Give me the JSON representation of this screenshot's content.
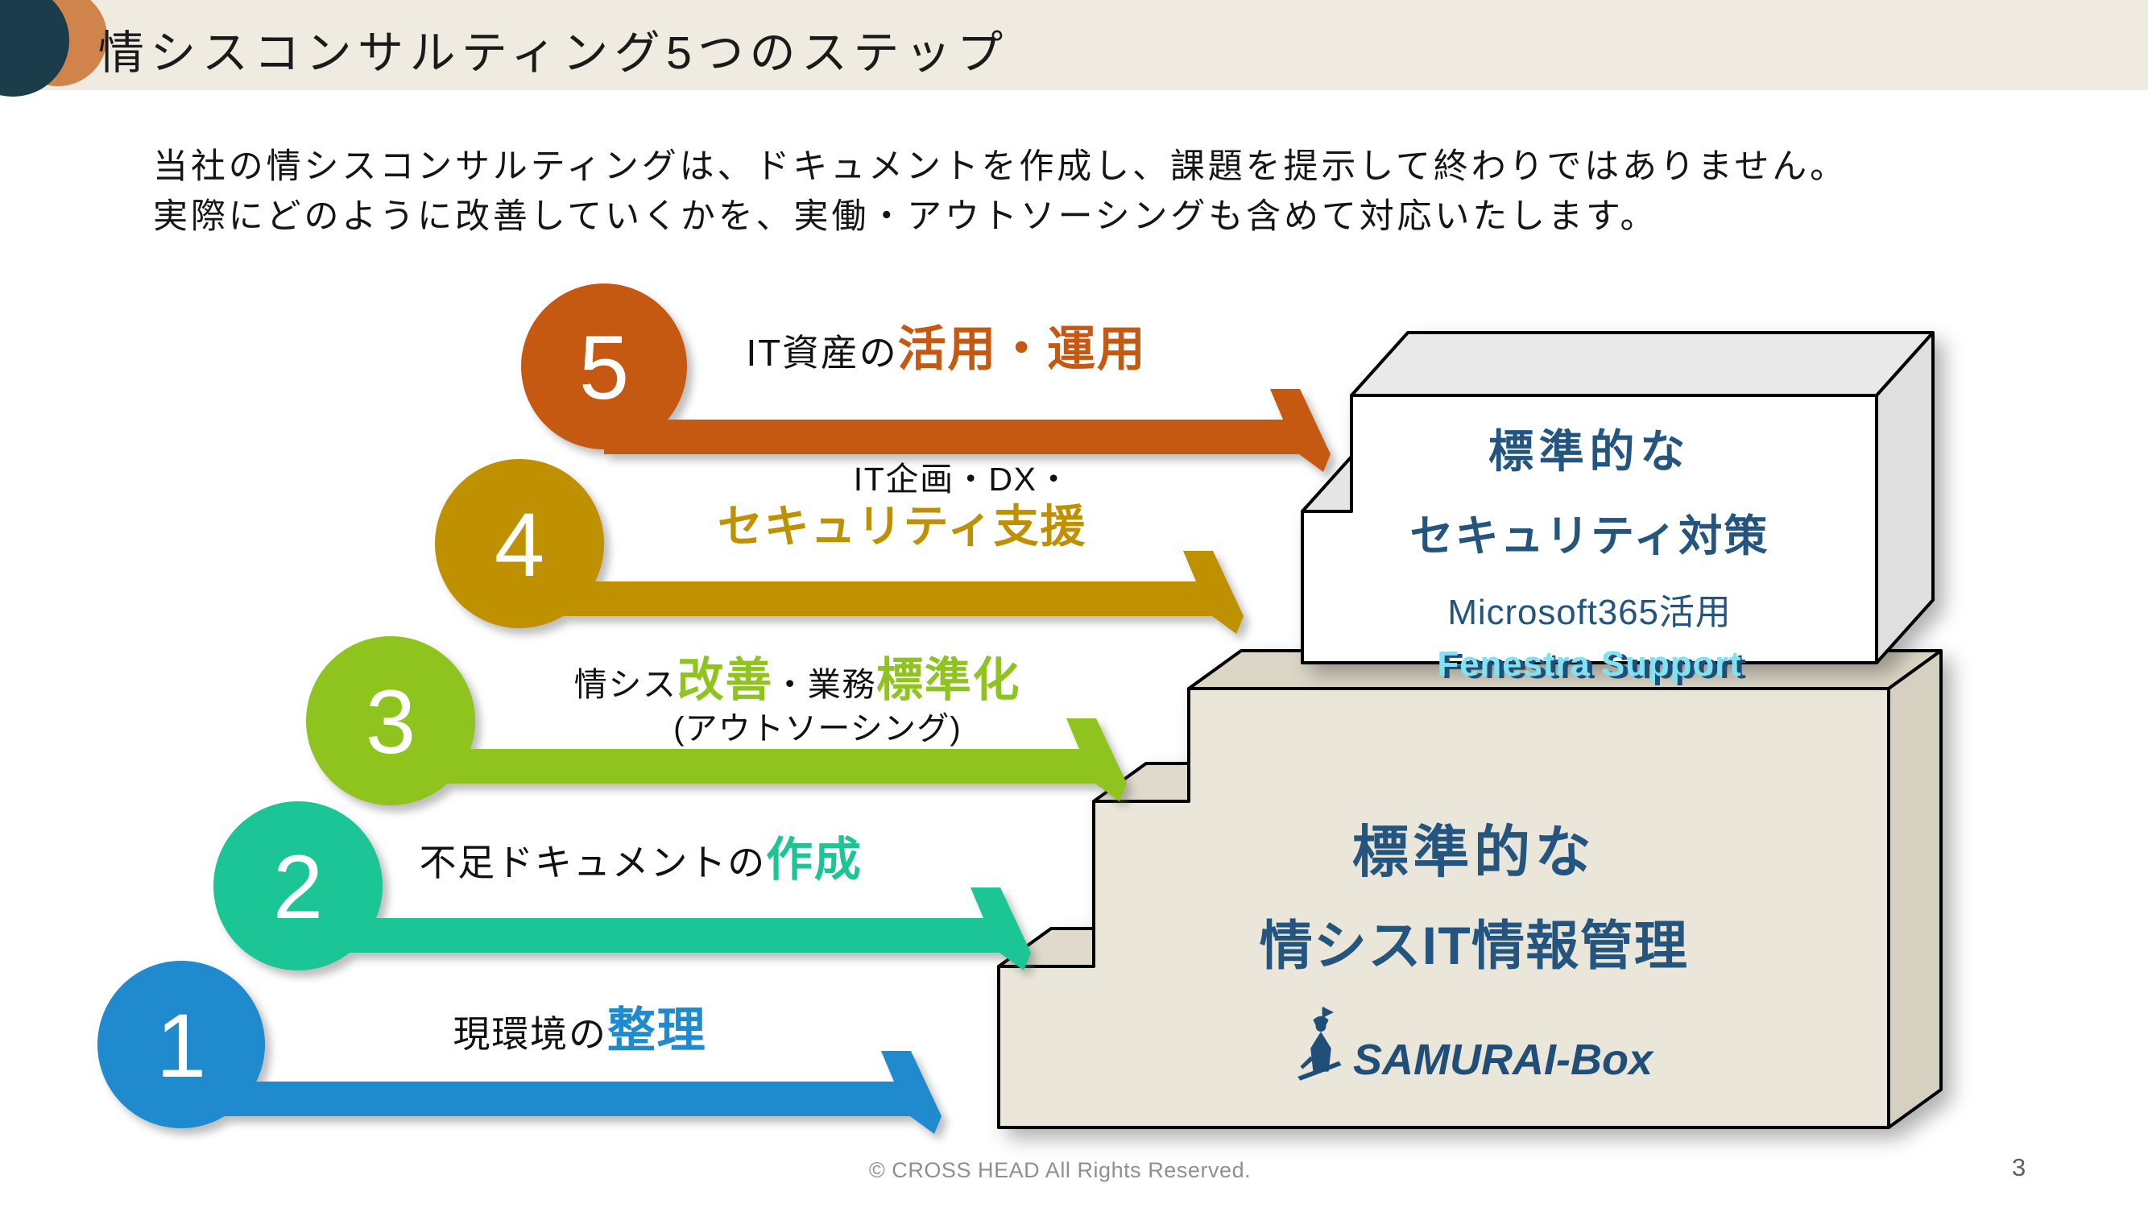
{
  "slide": {
    "title": "情シスコンサルティング5つのステップ",
    "intro_line1": "当社の情シスコンサルティングは、ドキュメントを作成し、課題を提示して終わりではありません。",
    "intro_line2": "実際にどのように改善していくかを、実働・アウトソーシングも含めて対応いたします。"
  },
  "steps": [
    {
      "number": "5",
      "prefix": "IT資産の",
      "highlight": "活用・運用",
      "color": "#C65911"
    },
    {
      "number": "4",
      "line1": "IT企画・DX・",
      "highlight": "セキュリティ支援",
      "color": "#BF9000"
    },
    {
      "number": "3",
      "seg1": "情シス",
      "seg2": "改善",
      "seg3": "・業務",
      "seg4": "標準化",
      "note": "(アウトソーシング)",
      "color": "#8FC31D"
    },
    {
      "number": "2",
      "prefix": "不足ドキュメントの",
      "highlight": "作成",
      "color": "#1CC596"
    },
    {
      "number": "1",
      "prefix": "現環境の",
      "highlight": "整理",
      "color": "#1F8ACD"
    }
  ],
  "security_box": {
    "line1": "標準的な",
    "line2": "セキュリティ対策",
    "line3": "Microsoft365活用",
    "line4": "Fenestra Support"
  },
  "samurai_box": {
    "line1": "標準的な",
    "line2": "情シスIT情報管理",
    "logo_text": "SAMURAI-Box"
  },
  "footer": {
    "copyright": "© CROSS HEAD All Rights Reserved.",
    "page_number": "3"
  },
  "colors": {
    "header_bar": "#EFEBE0",
    "brand_circle_dark": "#1A3C4B",
    "brand_circle_orange": "#D0834A",
    "step5_orange": "#C65911",
    "step4_gold": "#BF9000",
    "step3_green": "#8FC31D",
    "step2_teal": "#1CC596",
    "step1_blue": "#1F8ACD",
    "box_text_blue": "#24557F",
    "fenestra_cyan": "#7EE4F4",
    "samurai_box_beige": "#EAE6D9"
  }
}
